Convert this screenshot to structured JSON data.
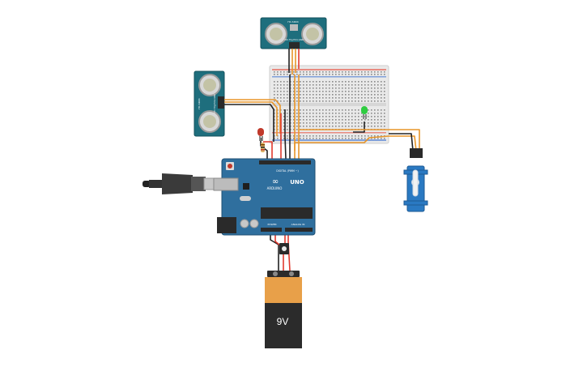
{
  "labels": {
    "battery": "9V",
    "arduino_logo": "∞",
    "arduino_brand": "ARDUINO",
    "arduino_model": "UNO",
    "arduino_header": "DIGITAL (PWM ~)",
    "arduino_power": "POWER",
    "arduino_analog": "ANALOG IN",
    "sensor_model": "HC-SR04",
    "sensor_top_pin_label": "VCC Trig Echo GND",
    "sensor_left_pin_label": "VCC Trig Echo GND"
  },
  "colors": {
    "board_blue": "#2f6f9e",
    "sensor_teal": "#1e6e7d",
    "breadboard": "#e6e6e6",
    "wire_red": "#e03a2f",
    "wire_black": "#222222",
    "wire_orange": "#e8962a",
    "led_red": "#c0392b",
    "led_green": "#2ecc40",
    "servo_blue": "#2a79c2",
    "battery_orange": "#e8a049",
    "battery_dark": "#2b2b2b"
  },
  "icons": {
    "usb_cable": "usb-cable-icon",
    "button": "push-button-icon"
  }
}
